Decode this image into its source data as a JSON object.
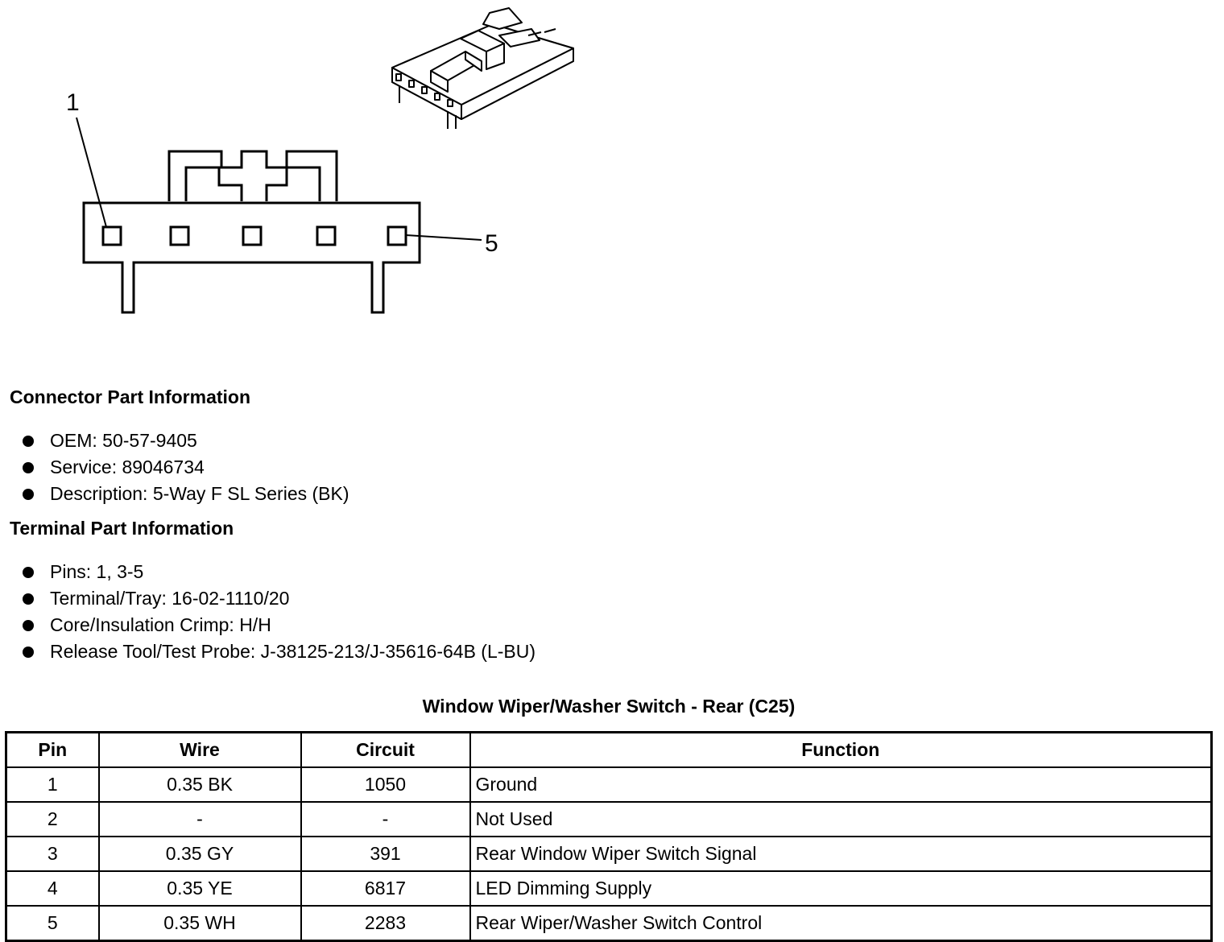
{
  "diagram": {
    "callout_pin_first": "1",
    "callout_pin_last": "5"
  },
  "connector_info": {
    "heading": "Connector Part Information",
    "items": [
      "OEM: 50-57-9405",
      "Service: 89046734",
      "Description: 5-Way F SL Series (BK)"
    ]
  },
  "terminal_info": {
    "heading": "Terminal Part Information",
    "items": [
      "Pins: 1, 3-5",
      "Terminal/Tray: 16-02-1110/20",
      "Core/Insulation Crimp: H/H",
      "Release Tool/Test Probe: J-38125-213/J-35616-64B (L-BU)"
    ]
  },
  "table": {
    "title": "Window Wiper/Washer Switch - Rear (C25)",
    "headers": [
      "Pin",
      "Wire",
      "Circuit",
      "Function"
    ],
    "rows": [
      [
        "1",
        "0.35 BK",
        "1050",
        "Ground"
      ],
      [
        "2",
        "-",
        "-",
        "Not Used"
      ],
      [
        "3",
        "0.35 GY",
        "391",
        "Rear Window Wiper Switch Signal"
      ],
      [
        "4",
        "0.35 YE",
        "6817",
        "LED Dimming Supply"
      ],
      [
        "5",
        "0.35 WH",
        "2283",
        "Rear Wiper/Washer Switch Control"
      ]
    ]
  }
}
